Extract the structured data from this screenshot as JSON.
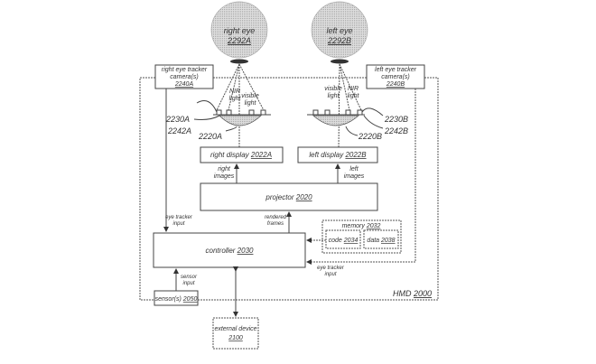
{
  "eyes": {
    "right": {
      "label": "right eye",
      "ref": "2292A"
    },
    "left": {
      "label": "left eye",
      "ref": "2292B"
    }
  },
  "trackers": {
    "right": {
      "line1": "right eye tracker",
      "line2": "camera(s)",
      "ref": "2240A"
    },
    "left": {
      "line1": "left eye tracker",
      "line2": "camera(s)",
      "ref": "2240B"
    }
  },
  "light": {
    "nir": {
      "line1": "NIR",
      "line2": "light"
    },
    "visible": {
      "line1": "visible",
      "line2": "light"
    }
  },
  "refs": {
    "r_emitters": "2230A",
    "r_lens": "2242A",
    "r_eyepiece": "2220A",
    "l_emitters": "2230B",
    "l_lens": "2242B",
    "l_eyepiece": "2220B"
  },
  "displays": {
    "right": {
      "label": "right display",
      "ref": "2022A"
    },
    "left": {
      "label": "left display",
      "ref": "2022B"
    }
  },
  "images": {
    "right": {
      "line1": "right",
      "line2": "images"
    },
    "left": {
      "line1": "left",
      "line2": "images"
    }
  },
  "projector": {
    "label": "projector",
    "ref": "2020"
  },
  "rendered_frames": {
    "line1": "rendered",
    "line2": "frames"
  },
  "eye_tracker_input_left": {
    "line1": "eye tracker",
    "line2": "input"
  },
  "eye_tracker_input_right": {
    "line1": "eye tracker",
    "line2": "input"
  },
  "memory": {
    "label": "memory",
    "ref": "2032"
  },
  "code": {
    "label": "code",
    "ref": "2034"
  },
  "data_block": {
    "label": "data",
    "ref": "2038"
  },
  "controller": {
    "label": "controller",
    "ref": "2030"
  },
  "sensor_input": {
    "line1": "sensor",
    "line2": "input"
  },
  "sensors": {
    "label": "sensor(s)",
    "ref": "2050"
  },
  "hmd": {
    "label": "HMD",
    "ref": "2000"
  },
  "external_device": {
    "line1": "external device",
    "ref": "2100"
  }
}
